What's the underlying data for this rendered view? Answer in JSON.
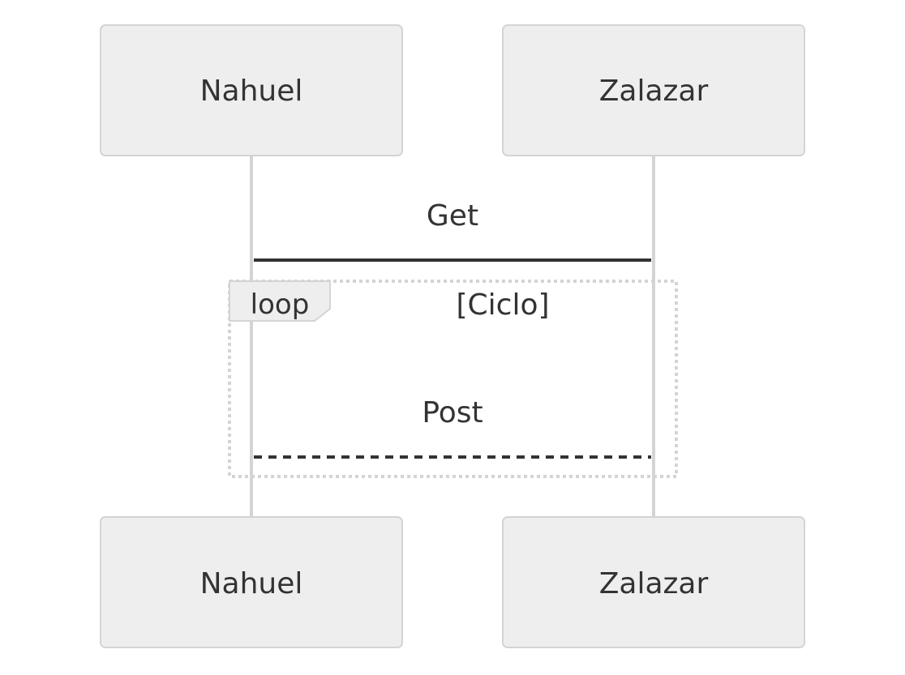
{
  "participants": [
    {
      "id": "nahuel",
      "label": "Nahuel"
    },
    {
      "id": "zalazar",
      "label": "Zalazar"
    }
  ],
  "messages": [
    {
      "label": "Get",
      "from": "nahuel",
      "to": "zalazar",
      "style": "solid"
    },
    {
      "label": "Post",
      "from": "nahuel",
      "to": "zalazar",
      "style": "dashed"
    }
  ],
  "loop": {
    "tag": "loop",
    "condition": "[Ciclo]"
  },
  "colors": {
    "box_fill": "#eeeeee",
    "box_stroke": "#d4d4d4",
    "text": "#333333",
    "line": "#333333"
  }
}
